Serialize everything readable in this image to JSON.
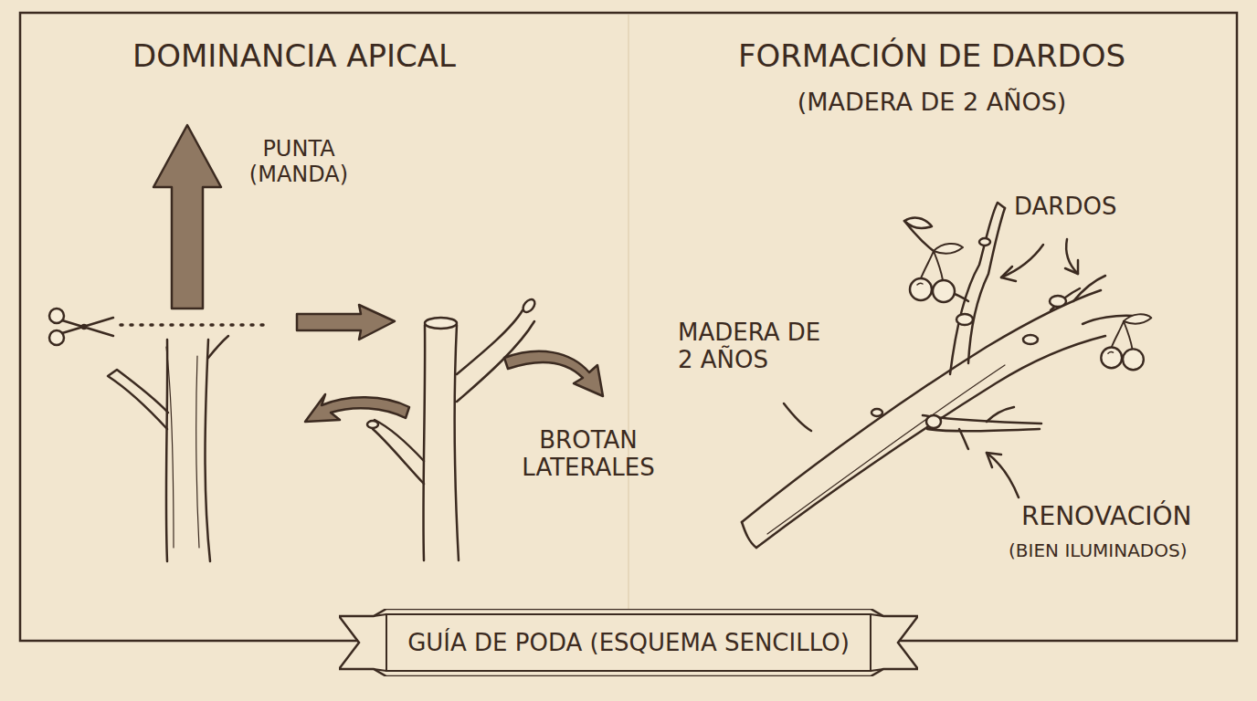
{
  "diagram": {
    "nodes": [
      {
        "text": [
          "GUÍA DE PODA (ESQUEMA SENCILLO)"
        ]
      }
    ],
    "labels": [
      "DOMINANCIA APICAL",
      "PUNTA (MANDA)",
      "BROTAN LATERALES",
      "FORMACIÓN DE DARDOS",
      "(MADERA DE 2 AÑOS)",
      "DARDOS",
      "MADERA DE 2 AÑOS",
      "RENOVACIÓN",
      "(BIEN ILUMINADOS)"
    ]
  }
}
